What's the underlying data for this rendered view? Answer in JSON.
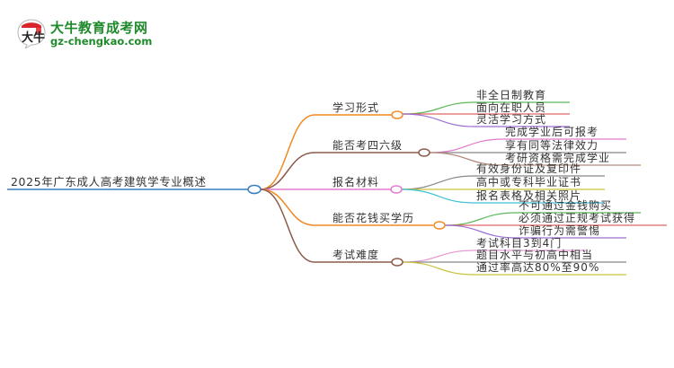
{
  "logo": {
    "title": "大牛教育成考网",
    "url": "gz-chengkao.com",
    "badge_text": "大牛",
    "brand_color": "#1f8a2c",
    "badge_accent": "#d9262c"
  },
  "mindmap": {
    "root": {
      "label": "2025年广东成人高考建筑学专业概述",
      "color": "#3a7fc1"
    },
    "branches": [
      {
        "label": "学习形式",
        "color": "#f08a24",
        "children": [
          {
            "label": "非全日制教育",
            "color": "#5cb85c"
          },
          {
            "label": "面向在职人员",
            "color": "#e06666"
          },
          {
            "label": "灵活学习方式",
            "color": "#9b6fd1"
          }
        ]
      },
      {
        "label": "能否考四六级",
        "color": "#8b5a4a",
        "children": [
          {
            "label": "完成学业后可报考",
            "color": "#e37ad0"
          },
          {
            "label": "享有同等法律效力",
            "color": "#888888"
          },
          {
            "label": "考研资格需完成学业",
            "color": "#b08a7a"
          }
        ]
      },
      {
        "label": "报名材料",
        "color": "#e37ad0",
        "children": [
          {
            "label": "有效身份证及复印件",
            "color": "#888888"
          },
          {
            "label": "高中或专科毕业证书",
            "color": "#c9c23a"
          },
          {
            "label": "报名表格及相关照片",
            "color": "#3fc1d6"
          }
        ]
      },
      {
        "label": "能否花钱买学历",
        "color": "#f08a24",
        "children": [
          {
            "label": "不可通过金钱购买",
            "color": "#5cb85c"
          },
          {
            "label": "必须通过正规考试获得",
            "color": "#e06666"
          },
          {
            "label": "诈骗行为需警惕",
            "color": "#9b6fd1"
          }
        ]
      },
      {
        "label": "考试难度",
        "color": "#8b5a4a",
        "children": [
          {
            "label": "考试科目3到4门",
            "color": "#e89ad6"
          },
          {
            "label": "题目水平与初高中相当",
            "color": "#888888"
          },
          {
            "label": "通过率高达80%至90%",
            "color": "#c9c23a"
          }
        ]
      }
    ]
  }
}
